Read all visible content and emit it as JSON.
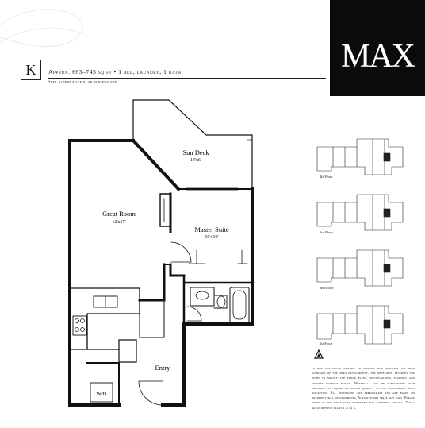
{
  "brand": {
    "logo_text": "MAX",
    "unit_badge": "K"
  },
  "unit": {
    "summary": "Approx. 663–745 sq ft • 1 bed, laundry, 1 bath",
    "footnote": "*see alternative plan for ensuite."
  },
  "rooms": [
    {
      "name": "Sun Deck",
      "dimensions": "14'x6'"
    },
    {
      "name": "Great Room",
      "dimensions": "12'x17'"
    },
    {
      "name": "Master Suite",
      "dimensions": "10'x10'"
    },
    {
      "name": "Entry",
      "dimensions": ""
    },
    {
      "name": "W/D",
      "dimensions": ""
    }
  ],
  "key_plans": [
    {
      "label": "4th Floor"
    },
    {
      "label": "3rd Floor"
    },
    {
      "label": "2nd Floor"
    },
    {
      "label": "1st Floor"
    }
  ],
  "disclaimer": "In our continuing attempt to improve and maintain the high standard of the Max development, the developer reserves the right to modify the floor plans, specifications, features and finishes without notice. Materials may be substituted with materials of equal or better quality at the developer's sole discretion. All dimensions are approximate and are based on architectural measurements. Actual floor space may vary. Please refer to the disclosure statement for complete details. Total areas reflect plans 1, 2 & 3."
}
